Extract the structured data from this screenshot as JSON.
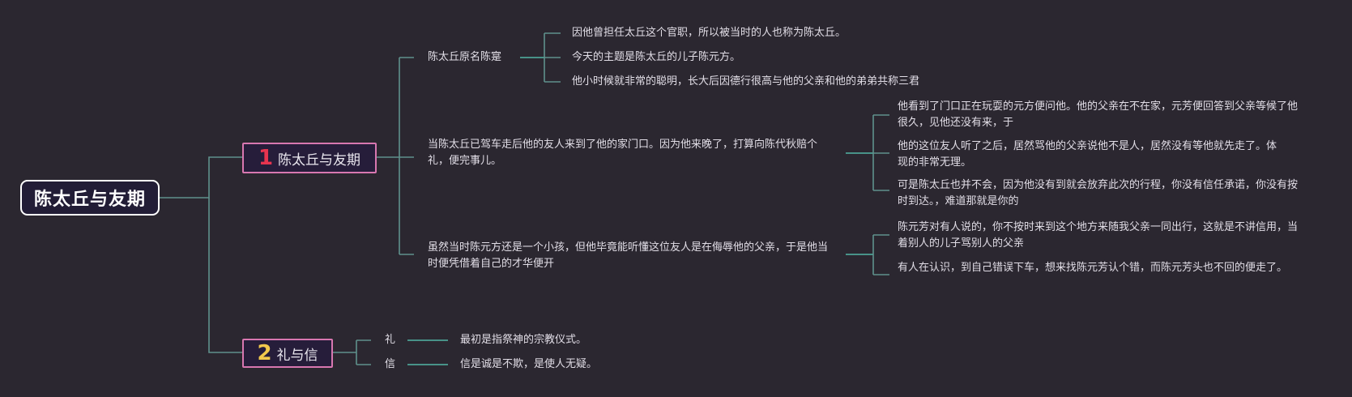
{
  "root": {
    "title": "陈太丘与友期"
  },
  "branches": [
    {
      "number": "1",
      "label": "陈太丘与友期",
      "topics": [
        {
          "text": "陈太丘原名陈寔",
          "details": [
            "因他曾担任太丘这个官职，所以被当时的人也称为陈太丘。",
            "今天的主题是陈太丘的儿子陈元方。",
            "他小时候就非常的聪明，长大后因德行很高与他的父亲和他的弟弟共称三君"
          ]
        },
        {
          "text": "当陈太丘已驾车走后他的友人来到了他的家门口。因为他来晚了，打算向陈代秋赔个礼，便完事儿。",
          "details": [
            "他看到了门口正在玩耍的元方便问他。他的父亲在不在家，元芳便回答到父亲等候了他很久，见他还没有来，于",
            "他的这位友人听了之后，居然骂他的父亲说他不是人，居然没有等他就先走了。体现的非常无理。",
            "可是陈太丘也并不会，因为他没有到就会放弃此次的行程，你没有信任承诺，你没有按时到达。，难道那就是你的"
          ]
        },
        {
          "text": "虽然当时陈元方还是一个小孩，但他毕竟能听懂这位友人是在侮辱他的父亲，于是他当时便凭借着自己的才华便开",
          "details": [
            "陈元芳对有人说的，你不按时来到这个地方来随我父亲一同出行，这就是不讲信用，当着别人的儿子骂别人的父亲",
            "有人在认识，到自己错误下车，想来找陈元芳认个错，而陈元芳头也不回的便走了。"
          ]
        }
      ]
    },
    {
      "number": "2",
      "label": "礼与信",
      "topics": [
        {
          "text": "礼",
          "details": [
            "最初是指祭神的宗教仪式。"
          ]
        },
        {
          "text": "信",
          "details": [
            "信是诚是不欺，是使人无疑。"
          ]
        }
      ]
    }
  ]
}
